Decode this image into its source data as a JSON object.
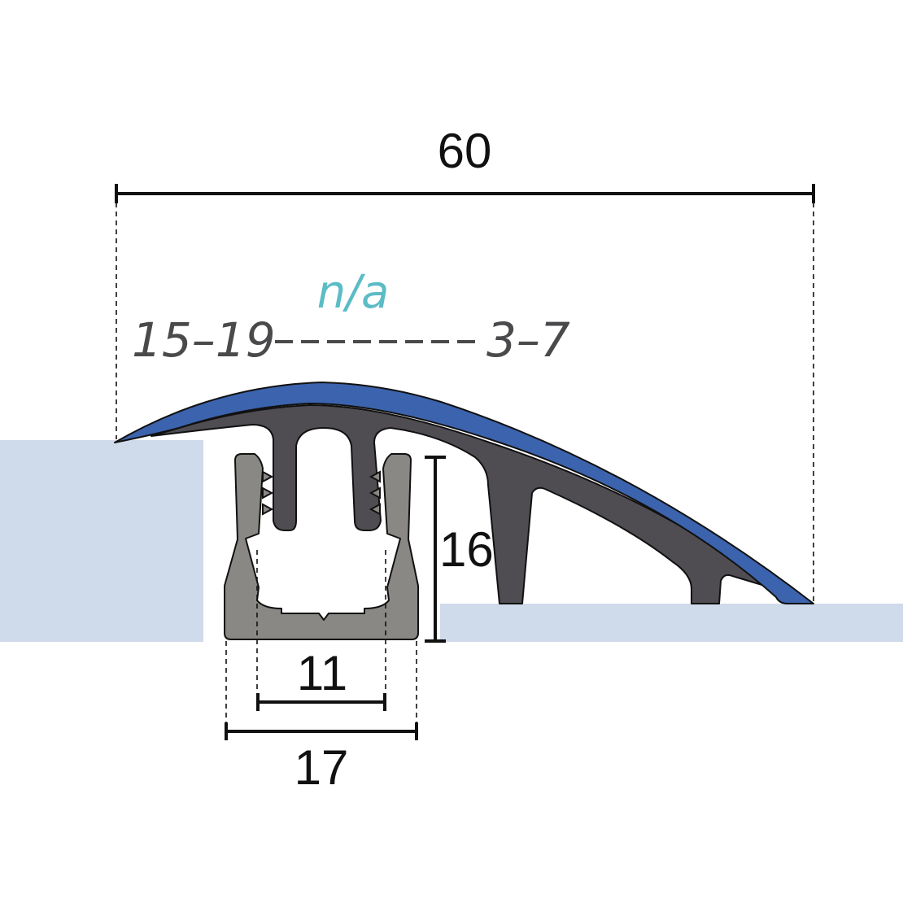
{
  "dimensions": {
    "total_width": "60",
    "height": "16",
    "inner_channel_width": "11",
    "outer_channel_width": "17"
  },
  "label_na": "n/a",
  "range_left": "15–19",
  "range_right": "3–7",
  "colors": {
    "floor": "#cfdaea",
    "top_cap": "#3c63ad",
    "profile_body": "#4f4d52",
    "base_channel": "#8a8884",
    "na_text": "#5bbcc6",
    "range_text": "#4a4a4c",
    "dimension_lines": "#111111"
  }
}
